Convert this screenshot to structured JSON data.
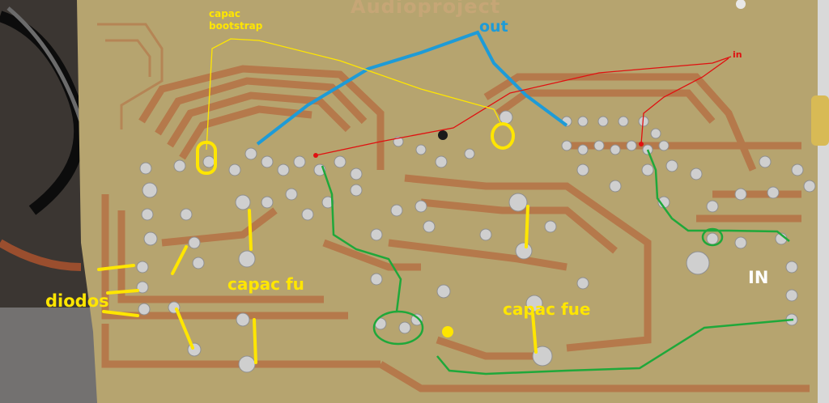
{
  "board": {
    "brand_text": "Audioproject"
  },
  "annotations": {
    "capac_bootstrap": "capac\nbootstrap",
    "out": "out",
    "in_small": "in",
    "diodos": "diodos",
    "capac_fu": "capac fu",
    "capac_fue": "capac fue",
    "in_big": "IN"
  },
  "colors": {
    "board": "#b4a26f",
    "copper": "#b87a4a",
    "solder": "#c9c9c9",
    "annotation_yellow": "#ffe600",
    "annotation_blue": "#1e9bd7",
    "annotation_red": "#e01010",
    "annotation_green": "#1fa83a"
  }
}
